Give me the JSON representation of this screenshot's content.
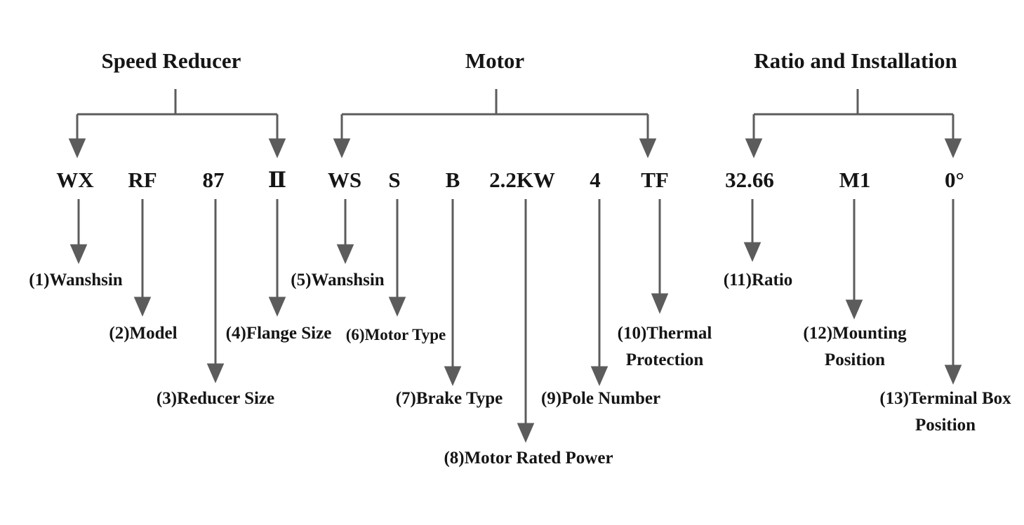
{
  "groups": [
    {
      "title": "Speed Reducer",
      "items": [
        {
          "code": "WX",
          "label_lines": [
            "(1)Wanshsin"
          ]
        },
        {
          "code": "RF",
          "label_lines": [
            "(2)Model"
          ]
        },
        {
          "code": "87",
          "label_lines": [
            "(3)Reducer Size"
          ]
        },
        {
          "code": "Ⅱ",
          "label_lines": [
            "(4)Flange Size"
          ]
        }
      ]
    },
    {
      "title": "Motor",
      "items": [
        {
          "code": "WS",
          "label_lines": [
            "(5)Wanshsin"
          ]
        },
        {
          "code": "S",
          "label_lines": [
            "(6)Motor Type"
          ]
        },
        {
          "code": "B",
          "label_lines": [
            "(7)Brake Type"
          ]
        },
        {
          "code": "2.2KW",
          "label_lines": [
            "(8)Motor Rated Power"
          ]
        },
        {
          "code": "4",
          "label_lines": [
            "(9)Pole Number"
          ]
        },
        {
          "code": "TF",
          "label_lines": [
            "(10)Thermal",
            "Protection"
          ]
        }
      ]
    },
    {
      "title": "Ratio and Installation",
      "items": [
        {
          "code": "32.66",
          "label_lines": [
            "(11)Ratio"
          ]
        },
        {
          "code": "M1",
          "label_lines": [
            "(12)Mounting",
            "Position"
          ]
        },
        {
          "code": "0°",
          "label_lines": [
            "(13)Terminal Box",
            "Position"
          ]
        }
      ]
    }
  ],
  "colors": {
    "connector": "#5c5c5c",
    "text": "#151515",
    "background": "#ffffff"
  }
}
